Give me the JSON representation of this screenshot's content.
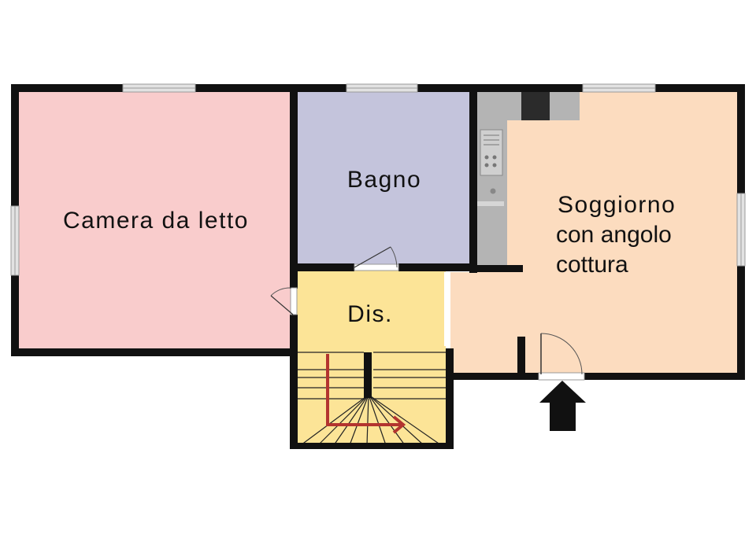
{
  "rooms": {
    "bedroom": {
      "label": "Camera da letto",
      "color": "#f9cccc"
    },
    "bathroom": {
      "label": "Bagno",
      "color": "#c4c4dc"
    },
    "hall": {
      "label": "Dis.",
      "color": "#fce497"
    },
    "living": {
      "label_line1": "Soggiorno",
      "label_line2": "con angolo",
      "label_line3": "cottura",
      "color": "#fcdcbf"
    }
  },
  "colors": {
    "wall": "#111111",
    "window": "#d9d9d9",
    "kitchen_counter": "#b4b4b4",
    "stair_arrow": "#b3342f",
    "stair_lines": "#222222"
  },
  "icons": {
    "entrance": "up-arrow-icon",
    "stairs_direction": "red-path-arrow-icon"
  }
}
